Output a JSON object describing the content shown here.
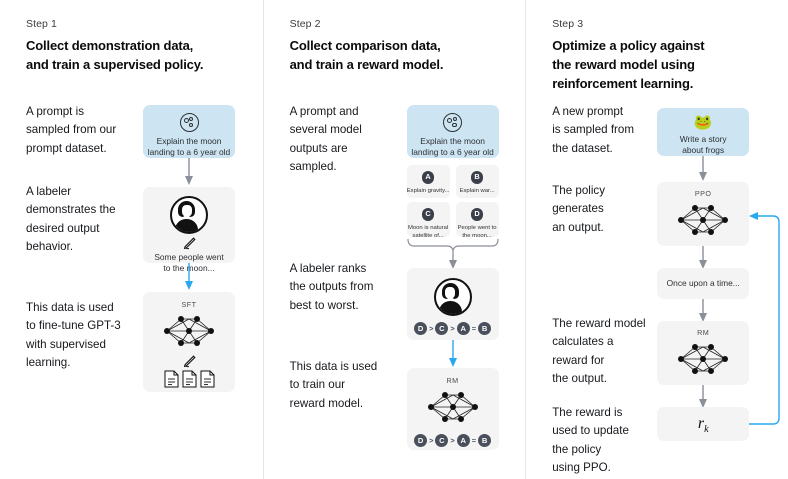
{
  "meta": {
    "accent_blue": "#29a7f0",
    "prompt_box_bg": "#cde4f2",
    "node_bg": "#f4f4f4",
    "arrow_gray": "#8b8f99"
  },
  "columns": [
    {
      "step_label": "Step 1",
      "title": "Collect demonstration data,\nand train a supervised policy.",
      "paragraphs": [
        "A prompt is\nsampled from our\nprompt dataset.",
        "A labeler\ndemonstrates the\ndesired output\nbehavior.",
        "This data is used\nto fine-tune GPT-3\nwith supervised\nlearning."
      ],
      "nodes": {
        "prompt": {
          "icon": "moon-icon",
          "caption": "Explain the moon\nlanding to a 6 year old"
        },
        "labeler": {
          "icon": "labeler-avatar-icon",
          "caption": "Some people went\nto the moon..."
        },
        "model": {
          "tag": "SFT",
          "icon": "neural-network-icon"
        }
      }
    },
    {
      "step_label": "Step 2",
      "title": "Collect comparison data,\nand train a reward model.",
      "paragraphs": [
        "A prompt and\nseveral model\noutputs are\nsampled.",
        "A labeler ranks\nthe outputs from\nbest to worst.",
        "This data is used\nto train our\nreward model."
      ],
      "nodes": {
        "prompt": {
          "icon": "moon-icon",
          "caption": "Explain the moon\nlanding to a 6 year old"
        },
        "options": [
          {
            "badge": "A",
            "text": "Explain gravity..."
          },
          {
            "badge": "B",
            "text": "Explain war..."
          },
          {
            "badge": "C",
            "text": "Moon is natural\nsatellite of..."
          },
          {
            "badge": "D",
            "text": "People went to\nthe moon..."
          }
        ],
        "labeler": {
          "icon": "labeler-avatar-icon",
          "ranking": [
            "D",
            ">",
            "C",
            ">",
            "A",
            "=",
            "B"
          ]
        },
        "model": {
          "tag": "RM",
          "icon": "neural-network-icon",
          "ranking": [
            "D",
            ">",
            "C",
            ">",
            "A",
            "=",
            "B"
          ]
        }
      }
    },
    {
      "step_label": "Step 3",
      "title": "Optimize a policy against\nthe reward model using\nreinforcement learning.",
      "paragraphs": [
        "A new prompt\nis sampled from\nthe dataset.",
        "The policy\ngenerates\nan output.",
        "The reward model\ncalculates a\nreward for\nthe output.",
        "The reward is\nused to update\nthe policy\nusing PPO."
      ],
      "nodes": {
        "prompt": {
          "icon": "frog-icon",
          "glyph": "🐸",
          "caption": "Write a story\nabout frogs"
        },
        "policy": {
          "tag": "PPO",
          "icon": "neural-network-icon"
        },
        "output": {
          "caption": "Once upon a time..."
        },
        "reward_model": {
          "tag": "RM",
          "icon": "neural-network-icon"
        },
        "reward": {
          "symbol": "r",
          "subscript": "k"
        }
      }
    }
  ]
}
